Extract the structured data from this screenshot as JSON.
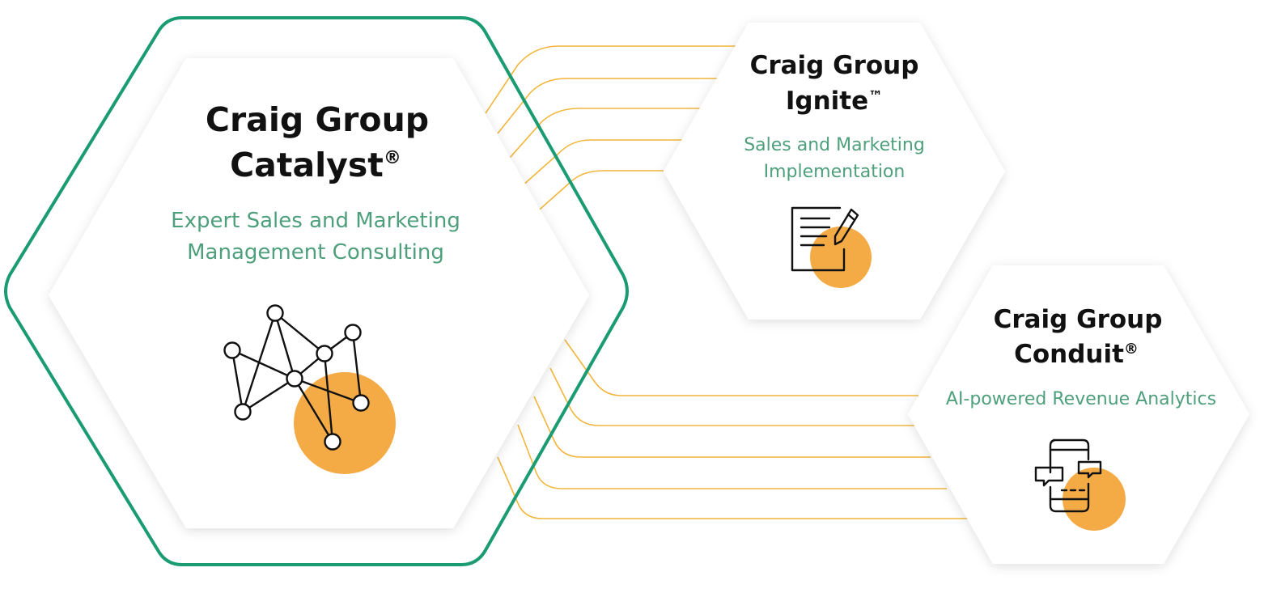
{
  "colors": {
    "accent_green": "#1a9b72",
    "subtitle_green": "#4e9f7c",
    "connector_orange": "#f2b63c",
    "dot_orange": "#f4ab45",
    "hex_fill": "#ffffff",
    "shadow": "#e6e6e6"
  },
  "catalyst": {
    "title_line1": "Craig Group",
    "title_line2": "Catalyst",
    "mark": "®",
    "subtitle_line1": "Expert Sales and Marketing",
    "subtitle_line2": "Management Consulting",
    "icon": "network-nodes-icon"
  },
  "ignite": {
    "title_line1": "Craig Group",
    "title_line2": "Ignite",
    "mark": "™",
    "subtitle_line1": "Sales and Marketing",
    "subtitle_line2": "Implementation",
    "icon": "document-pen-icon"
  },
  "conduit": {
    "title_line1": "Craig Group",
    "title_line2": "Conduit",
    "mark": "®",
    "subtitle_line1": "AI-powered Revenue Analytics",
    "icon": "mobile-chat-icon"
  }
}
